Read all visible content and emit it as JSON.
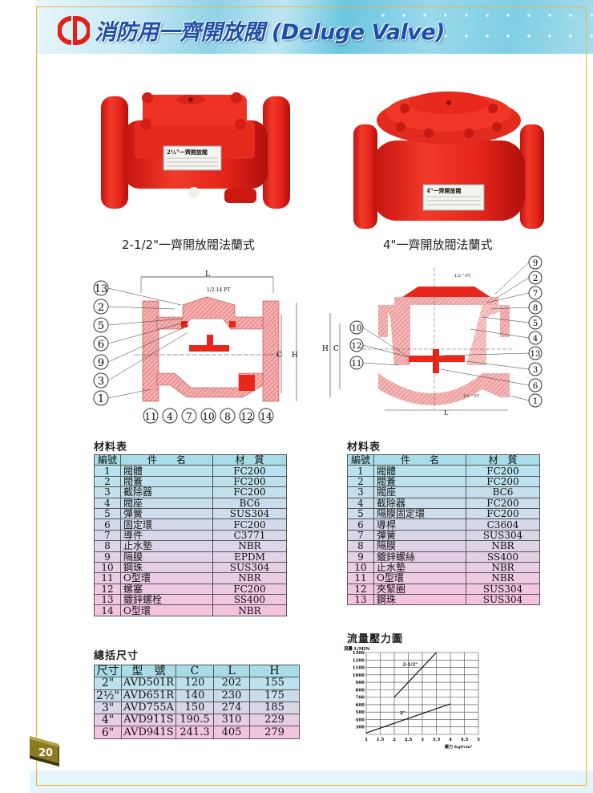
{
  "header": {
    "logo": "CD",
    "title": "消防用一齊開放閥 (Deluge Valve)"
  },
  "photos": [
    {
      "caption": "2-1/2\"一齊開放閥法蘭式",
      "label_plate": "2½\"一齊開放閥"
    },
    {
      "caption": "4\"一齊開放閥法蘭式",
      "label_plate": "4\"一齊開放閥"
    }
  ],
  "diagrams": {
    "left": {
      "dimension_labels": [
        "L",
        "C",
        "H"
      ],
      "port_note": "1/2-14 PT",
      "callouts_left": [
        "13",
        "2",
        "5",
        "6",
        "9",
        "3",
        "1"
      ],
      "callouts_bottom": [
        "11",
        "4",
        "7",
        "10",
        "8",
        "12",
        "14"
      ]
    },
    "right": {
      "dimension_labels": [
        "L",
        "H",
        "C"
      ],
      "port_note_top": "1/2 \" PT",
      "port_note_bottom": "1½ \" PT",
      "callouts_left": [
        "10",
        "12",
        "11"
      ],
      "callouts_right": [
        "9",
        "2",
        "7",
        "8",
        "5",
        "4",
        "13",
        "3",
        "6",
        "1"
      ]
    }
  },
  "material_table_left": {
    "title": "材料表",
    "headers": [
      "編號",
      "件　　名",
      "材　質"
    ],
    "rows": [
      [
        "1",
        "閥體",
        "FC200"
      ],
      [
        "2",
        "閥蓋",
        "FC200"
      ],
      [
        "3",
        "截除器",
        "FC200"
      ],
      [
        "4",
        "閥座",
        "BC6"
      ],
      [
        "5",
        "彈簧",
        "SUS304"
      ],
      [
        "6",
        "固定環",
        "FC200"
      ],
      [
        "7",
        "導件",
        "C3771"
      ],
      [
        "8",
        "止水墊",
        "NBR"
      ],
      [
        "9",
        "隔膜",
        "EPDM"
      ],
      [
        "10",
        "鋼珠",
        "SUS304"
      ],
      [
        "11",
        "O型環",
        "NBR"
      ],
      [
        "12",
        "螺塞",
        "FC200"
      ],
      [
        "13",
        "鍍鋅螺栓",
        "SS400"
      ],
      [
        "14",
        "O型環",
        "NBR"
      ]
    ]
  },
  "material_table_right": {
    "title": "材料表",
    "headers": [
      "編號",
      "件　　名",
      "材　質"
    ],
    "rows": [
      [
        "1",
        "閥體",
        "FC200"
      ],
      [
        "2",
        "閥蓋",
        "FC200"
      ],
      [
        "3",
        "閥座",
        "BC6"
      ],
      [
        "4",
        "截除器",
        "FC200"
      ],
      [
        "5",
        "隔膜固定環",
        "FC200"
      ],
      [
        "6",
        "導桿",
        "C3604"
      ],
      [
        "7",
        "彈簧",
        "SUS304"
      ],
      [
        "8",
        "隔膜",
        "NBR"
      ],
      [
        "9",
        "鍍鋅螺絲",
        "SS400"
      ],
      [
        "10",
        "止水墊",
        "NBR"
      ],
      [
        "11",
        "O型環",
        "NBR"
      ],
      [
        "12",
        "夾緊圈",
        "SUS304"
      ],
      [
        "13",
        "鋼珠",
        "SUS304"
      ]
    ]
  },
  "dimension_table": {
    "title": "總括尺寸",
    "headers": [
      "尺寸",
      "型　號",
      "C",
      "L",
      "H"
    ],
    "rows": [
      [
        "2\"",
        "AVD501R",
        "120",
        "202",
        "155"
      ],
      [
        "2½\"",
        "AVD651R",
        "140",
        "230",
        "175"
      ],
      [
        "3\"",
        "AVD755A",
        "150",
        "274",
        "185"
      ],
      [
        "4\"",
        "AVD911S",
        "190.5",
        "310",
        "229"
      ],
      [
        "6\"",
        "AVD941S",
        "241.3",
        "405",
        "279"
      ]
    ]
  },
  "chart_data": {
    "type": "line",
    "title": "流量壓力圖",
    "ylabel": "流量 L/MIN",
    "xlabel": "壓力 Kgf/cm²",
    "x_ticks": [
      "1",
      "1.5",
      "2",
      "2.5",
      "3",
      "3.5",
      "4",
      "4.5",
      "5"
    ],
    "y_ticks": [
      "300",
      "400",
      "500",
      "600",
      "700",
      "800",
      "900",
      "1000",
      "1100",
      "1200",
      "1300"
    ],
    "xlim": [
      1,
      5
    ],
    "ylim": [
      200,
      1300
    ],
    "grid": true,
    "series": [
      {
        "name": "2-1/2\"",
        "x": [
          2,
          3.5
        ],
        "y": [
          700,
          1300
        ]
      },
      {
        "name": "2\"",
        "x": [
          1,
          4
        ],
        "y": [
          220,
          610
        ]
      }
    ]
  },
  "page": {
    "number": "20"
  },
  "colors": {
    "title_blue": "#1b4fa8",
    "logo_red": "#e3201b",
    "valve_red": "#e8261c",
    "frame_orange": "#f0b040",
    "table_header": "#a8dde8",
    "page_badge": "#8a7a20"
  }
}
